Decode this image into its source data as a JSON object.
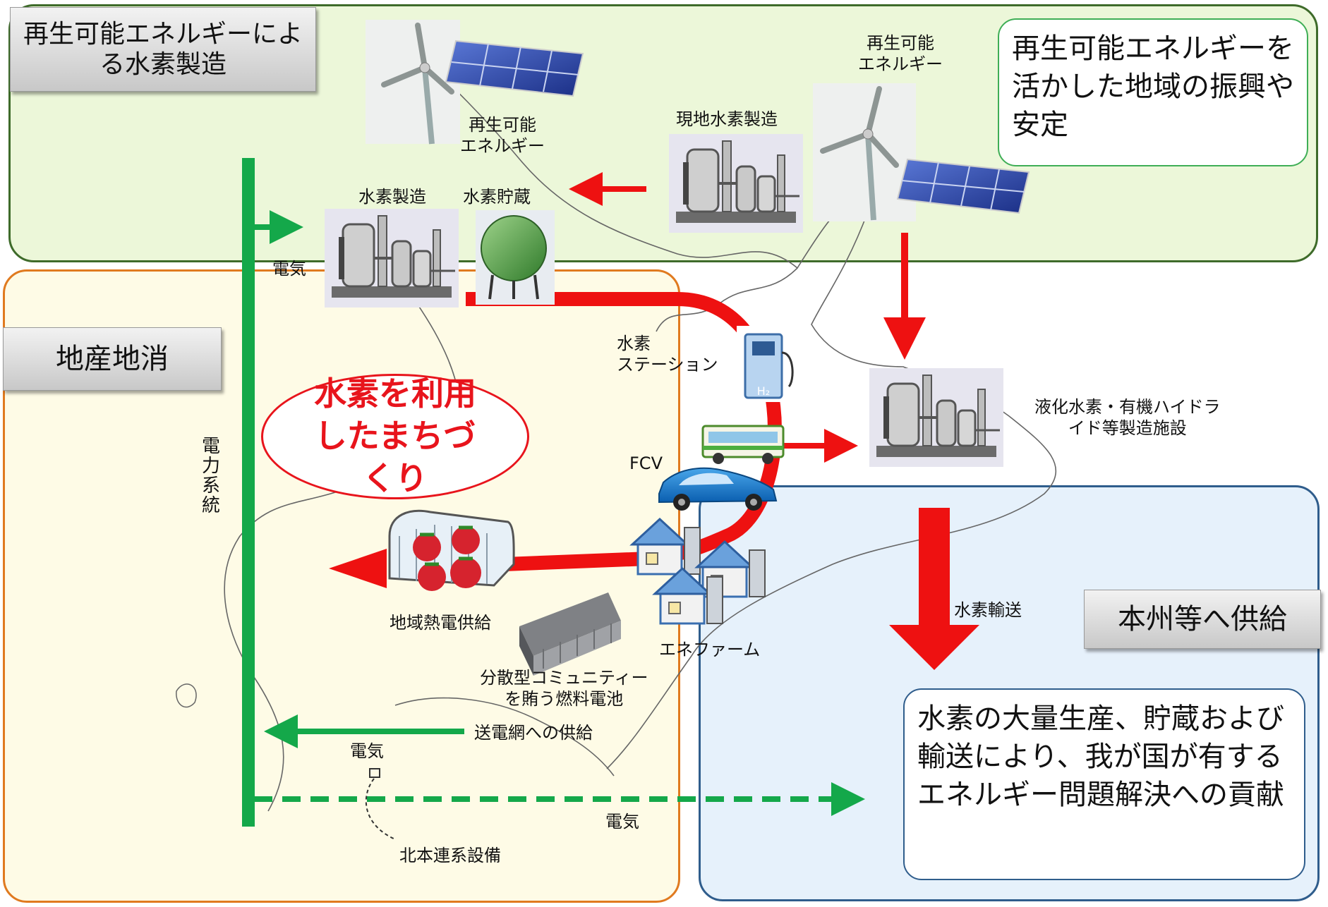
{
  "regions": {
    "production": {
      "tab": "再生可能エネルギーによる水素製造",
      "fill": "#ecf7d9",
      "border": "#3e6b2a"
    },
    "local": {
      "tab": "地産地消",
      "fill": "#fefbe6",
      "border": "#e07a1f"
    },
    "supply": {
      "tab": "本州等へ供給",
      "fill": "#e6f1fb",
      "border": "#2f5d8c"
    }
  },
  "callouts": {
    "renewable": "再生可能エネルギーを活かした地域の振興や安定",
    "town": "水素を利用したまちづくり",
    "national": "水素の大量生産、貯蔵および輸送により、我が国が有するエネルギー問題解決への貢献"
  },
  "labels": {
    "renewable_left": "再生可能\nエネルギー",
    "renewable_right": "再生可能\nエネルギー",
    "onsite_production": "現地水素製造",
    "h2_production": "水素製造",
    "h2_storage": "水素貯蔵",
    "electricity_top": "電気",
    "grid": "電力系統",
    "h2_station": "水素\nステーション",
    "fcv": "FCV",
    "liquefaction": "液化水素・有機ハイドラ\nイド等製造施設",
    "district_heat": "地域熱電供給",
    "enefarm": "エネファーム",
    "fuel_cell": "分散型コミュニティー\nを賄う燃料電池",
    "grid_supply": "送電網への供給",
    "electricity_mid": "電気",
    "electricity_bottom": "電気",
    "interconnect": "北本連系設備",
    "h2_transport": "水素輸送"
  },
  "colors": {
    "red": "#ee1111",
    "green": "#14a84a",
    "callout_red": "#e8141c",
    "callout_green": "#3fae56",
    "callout_blue": "#2f5d8c"
  },
  "icons": [
    "wind-turbine-icon",
    "solar-panel-icon",
    "plant-icon",
    "gas-tank-icon",
    "h2-station-icon",
    "bus-icon",
    "car-icon",
    "greenhouse-icon",
    "house-icon",
    "fuel-cell-icon"
  ]
}
